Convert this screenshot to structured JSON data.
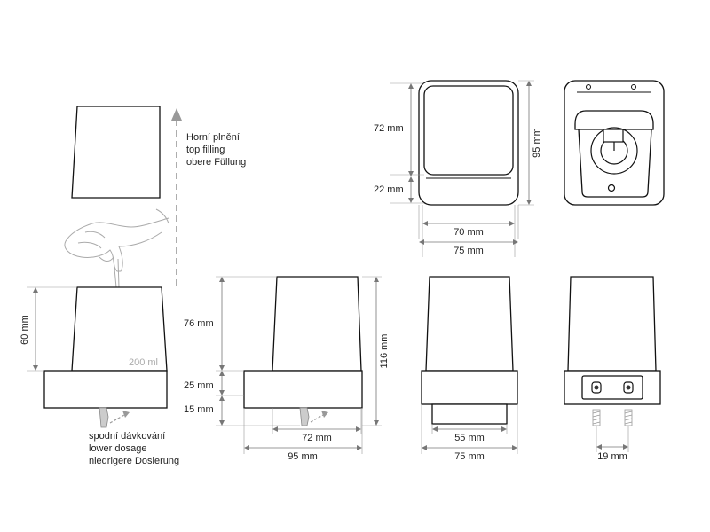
{
  "top_filling": {
    "lines": [
      "Horní plnění",
      "top filling",
      "obere Füllung"
    ]
  },
  "lower_dosage": {
    "lines": [
      "spodní dávkování",
      "lower dosage",
      "niedrigere Dosierung"
    ]
  },
  "capacity_label": "200 ml",
  "dimensions": {
    "left_height": "60 mm",
    "front_h_top": "76 mm",
    "front_h_mid": "25 mm",
    "front_h_low": "15 mm",
    "front_h_total": "116 mm",
    "front_w_inner": "72 mm",
    "front_w_outer": "95 mm",
    "side_w_inner": "55 mm",
    "side_w_outer": "75 mm",
    "back_w_screws": "19 mm",
    "top_h_upper": "72 mm",
    "top_h_lower": "22 mm",
    "top_h_total": "95 mm",
    "top_w_inner": "70 mm",
    "top_w_outer": "75 mm"
  }
}
